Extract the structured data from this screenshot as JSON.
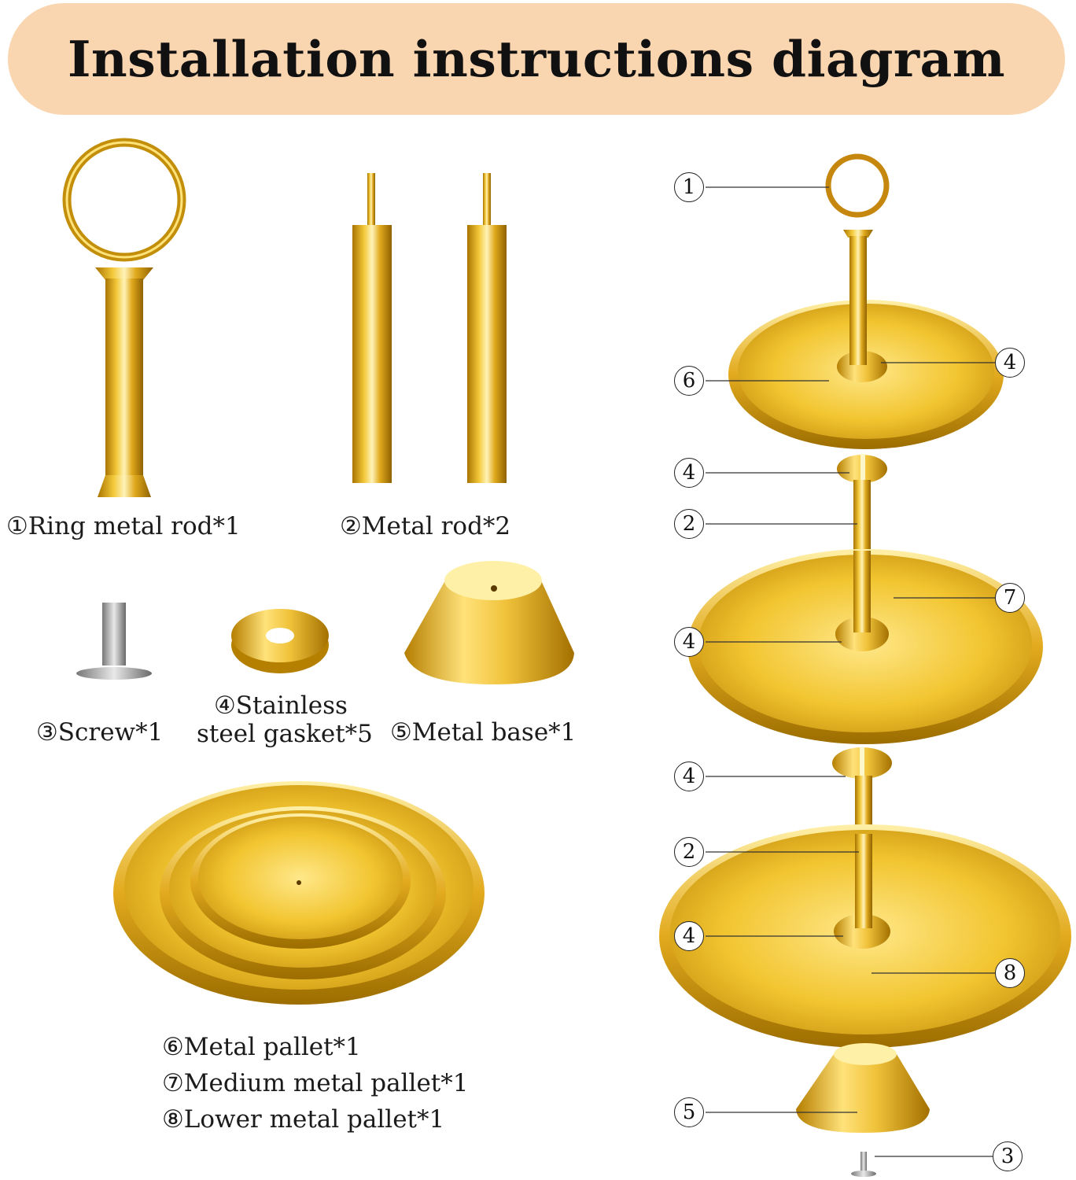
{
  "title": "Installation instructions diagram",
  "parts": {
    "ring_rod": "①Ring metal rod*1",
    "metal_rod": "②Metal rod*2",
    "screw": "③Screw*1",
    "gasket_line1": "④Stainless",
    "gasket_line2": "steel gasket*5",
    "base": "⑤Metal base*1",
    "pallet6": "⑥Metal pallet*1",
    "pallet7": "⑦Medium metal pallet*1",
    "pallet8": "⑧Lower metal pallet*1"
  },
  "callouts": [
    "1",
    "4",
    "6",
    "4",
    "2",
    "7",
    "4",
    "4",
    "2",
    "4",
    "8",
    "5",
    "3"
  ],
  "colors": {
    "banner": "#f9d5b0",
    "gold": "#e6b21f",
    "gold_dark": "#b8860b",
    "gold_light": "#fff1b0"
  }
}
